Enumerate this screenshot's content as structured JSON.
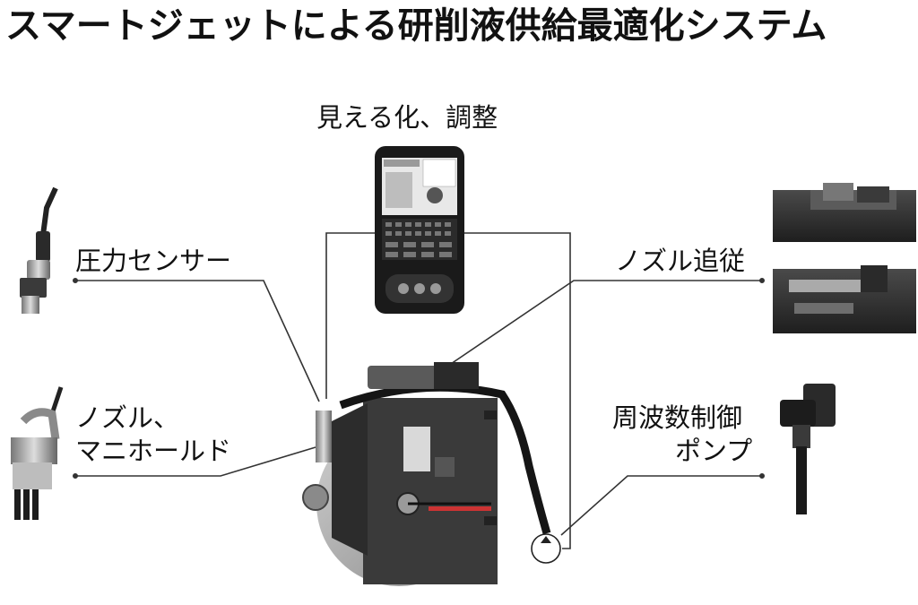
{
  "title": "スマートジェットによる研削液供給最適化システム",
  "labels": {
    "visualize": "見える化、調整",
    "pressure_sensor": "圧力センサー",
    "nozzle_follow": "ノズル追従",
    "nozzle_line1": "ノズル、",
    "nozzle_line2": "マニホールド",
    "pump_line1": "周波数制御",
    "pump_line2": "ポンプ"
  },
  "icons": [
    "control-tablet",
    "pressure-sensor",
    "nozzle-manifold",
    "grinding-machine",
    "nozzle-follow-unit",
    "frequency-pump",
    "pump-symbol"
  ]
}
